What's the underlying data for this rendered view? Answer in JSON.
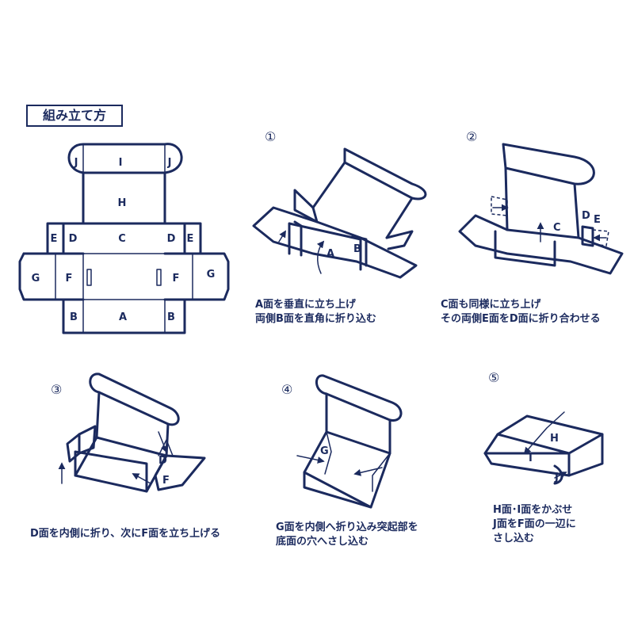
{
  "title": "組み立て方",
  "step_numbers": [
    "①",
    "②",
    "③",
    "④",
    "⑤"
  ],
  "panel_labels": {
    "a": "A",
    "b": "B",
    "c": "C",
    "d": "D",
    "e": "E",
    "f": "F",
    "g": "G",
    "h": "H",
    "i": "I",
    "j": "J"
  },
  "captions": {
    "step1": [
      "A面を垂直に立ち上げ",
      "両側B面を直角に折り込む"
    ],
    "step2": [
      "C面も同様に立ち上げ",
      "その両側E面をD面に折り合わせる"
    ],
    "step3": [
      "D面を内側に折り、次にF面を立ち上げる"
    ],
    "step4": [
      "G面を内側へ折り込み突起部を",
      "底面の穴へさし込む"
    ],
    "step5": [
      "H面･I面をかぶせ",
      "J面をF面の一辺に",
      "さし込む"
    ]
  },
  "colors": {
    "ink": "#1b2a5e",
    "background": "#ffffff"
  }
}
